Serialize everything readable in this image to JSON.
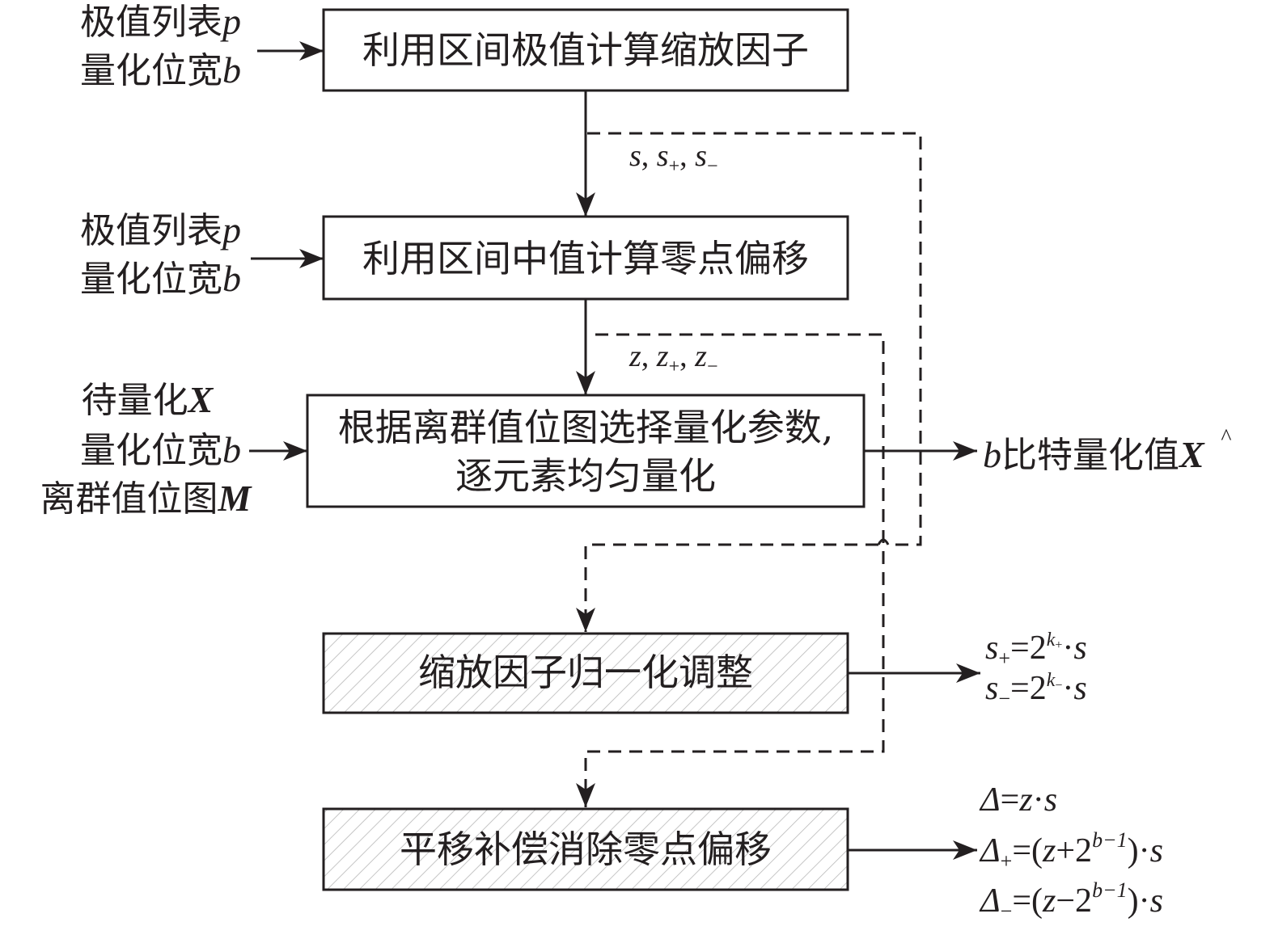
{
  "title": "Quantization flowchart",
  "boxes": [
    {
      "id": "scale",
      "label": "利用区间极值计算缩放因子",
      "hatched": false
    },
    {
      "id": "zero",
      "label": "利用区间中值计算零点偏移",
      "hatched": false
    },
    {
      "id": "quant",
      "label_line1": "根据离群值位图选择量化参数,",
      "label_line2": "逐元素均匀量化",
      "hatched": false
    },
    {
      "id": "normalize",
      "label": "缩放因子归一化调整",
      "hatched": true
    },
    {
      "id": "shift",
      "label": "平移补偿消除零点偏移",
      "hatched": true
    }
  ],
  "inputs": {
    "scale": [
      {
        "text": "极值列表",
        "var": "p"
      },
      {
        "text": "量化位宽",
        "var": "b"
      }
    ],
    "zero": [
      {
        "text": "极值列表",
        "var": "p"
      },
      {
        "text": "量化位宽",
        "var": "b"
      }
    ],
    "quant": [
      {
        "text": "待量化",
        "var": "X"
      },
      {
        "text": "量化位宽",
        "var": "b"
      },
      {
        "text": "离群值位图",
        "var": "M"
      }
    ]
  },
  "edge_labels": {
    "scale_out": {
      "s": "s",
      "sep": ", ",
      "plus": "+",
      "minus": "−"
    },
    "zero_out": {
      "z": "z",
      "sep": ", ",
      "plus": "+",
      "minus": "−"
    }
  },
  "outputs": {
    "quant": {
      "var": "b",
      "text": "比特量化值",
      "hat_var": "X",
      "hat": "^"
    },
    "normalize": {
      "line1": {
        "lhs": "s",
        "sub": "+",
        "eq": "=2",
        "exp": "k",
        "exp_sub": "+",
        "dot": "·",
        "rhs": "s"
      },
      "line2": {
        "lhs": "s",
        "sub": "−",
        "eq": "=2",
        "exp": "k",
        "exp_sub": "−",
        "dot": "·",
        "rhs": "s"
      }
    },
    "shift": {
      "line1": {
        "lhs": "Δ",
        "eq": "=",
        "z": "z",
        "dot": "·",
        "s": "s"
      },
      "line2": {
        "lhs": "Δ",
        "sub": "+",
        "eq": "=(",
        "z": "z",
        "op": "+2",
        "exp": "b−1",
        "close": ")·",
        "s": "s"
      },
      "line3": {
        "lhs": "Δ",
        "sub": "−",
        "eq": "=(",
        "z": "z",
        "op": "−2",
        "exp": "b−1",
        "close": ")·",
        "s": "s"
      }
    }
  },
  "colors": {
    "ink": "#231f20",
    "hatch": "#b8b8b8",
    "background": "#ffffff"
  }
}
